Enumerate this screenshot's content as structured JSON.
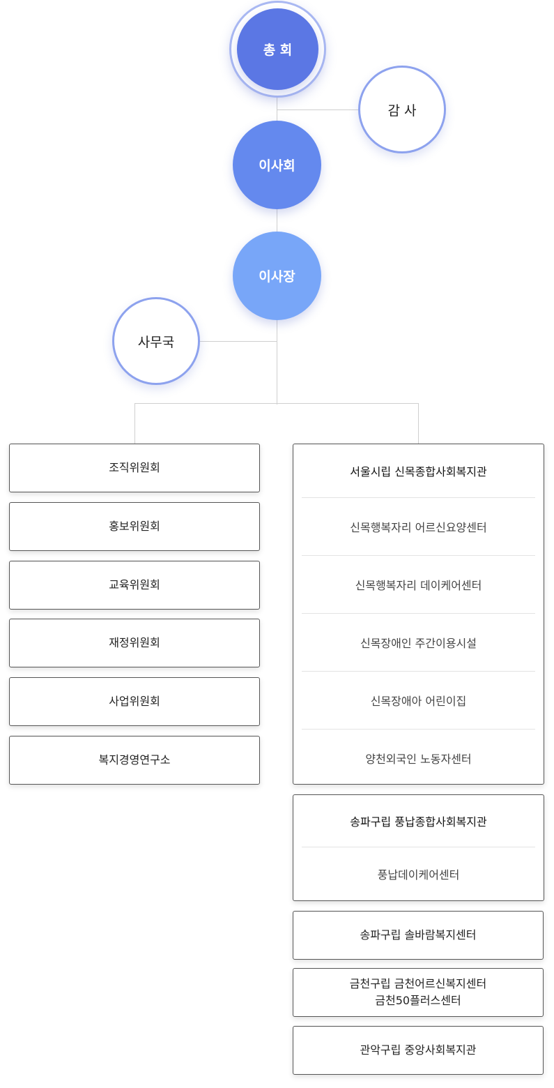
{
  "top": {
    "general_assembly": "총 회",
    "auditor": "감 사",
    "board": "이사회",
    "chairman": "이사장",
    "secretariat": "사무국"
  },
  "committees": [
    "조직위원회",
    "홍보위원회",
    "교육위원회",
    "재정위원회",
    "사업위원회",
    "복지경영연구소"
  ],
  "groups": [
    {
      "head": "서울시립 신목종합사회복지관",
      "items": [
        "신목행복자리 어르신요양센터",
        "신목행복자리 데이케어센터",
        "신목장애인 주간이용시설",
        "신목장애아 어린이집",
        "양천외국인 노동자센터"
      ]
    },
    {
      "head": "송파구립 풍납종합사회복지관",
      "items": [
        "풍납데이케어센터"
      ]
    }
  ],
  "single_boxes": [
    [
      "송파구립 솔바람복지센터"
    ],
    [
      "금천구립 금천어르신복지센터",
      "금천50플러스센터"
    ],
    [
      "관악구립 중앙사회복지관"
    ]
  ],
  "colors": {
    "circle_top": "#5b77e4",
    "circle_mid": "#6489ee",
    "circle_low": "#78a6f8",
    "outline": "#8da2ee"
  }
}
